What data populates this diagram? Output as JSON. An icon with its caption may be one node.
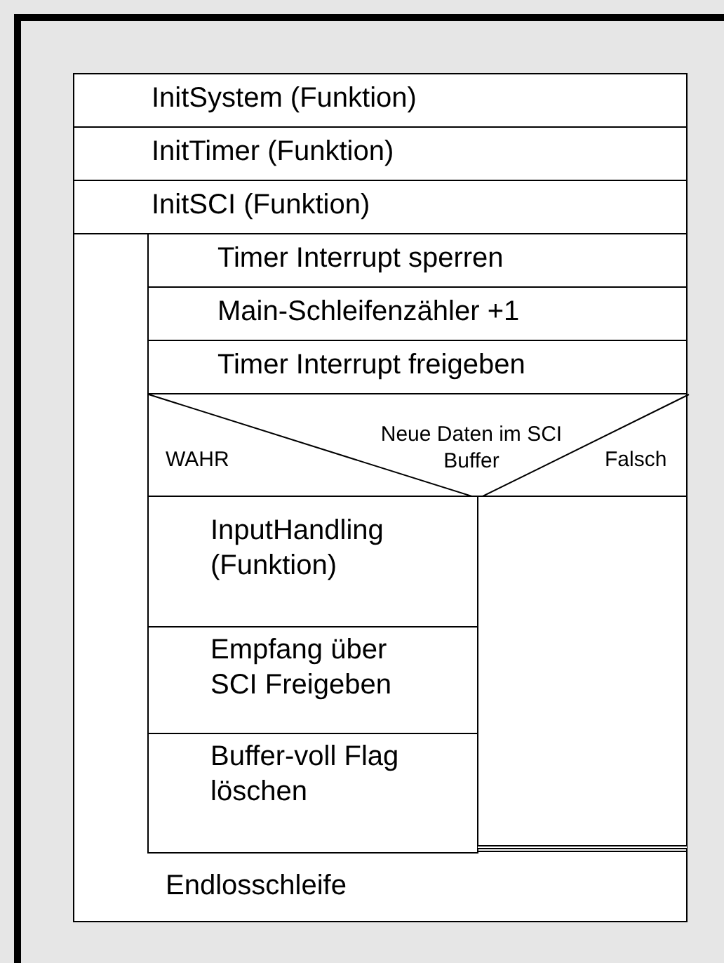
{
  "diagram": {
    "nodes": [
      {
        "text": [
          "InitSystem (Funktion)"
        ]
      },
      {
        "text": [
          "InitTimer (Funktion)"
        ]
      },
      {
        "text": [
          "InitSCI (Funktion)"
        ]
      },
      {
        "text": [
          "Endlosschleife"
        ]
      },
      {
        "text": [
          "Timer Interrupt sperren"
        ],
        "in": 3
      },
      {
        "text": [
          "Main-Schleifenzähler +1"
        ],
        "in": 3
      },
      {
        "text": [
          "Timer Interrupt freigeben"
        ],
        "in": 3
      },
      {
        "text": [
          "WAHR",
          "Neue Daten im SCI Buffer",
          "Falsch"
        ],
        "in": 3
      },
      {
        "text": [
          "InputHandling (Funktion)"
        ],
        "in": 7
      },
      {
        "text": [
          "Empfang über SCI Freigeben"
        ],
        "in": 7
      },
      {
        "text": [
          "Buffer-voll Flag löschen"
        ],
        "in": 7
      },
      {
        "text": [],
        "shape": "box",
        "in": 7
      }
    ]
  }
}
